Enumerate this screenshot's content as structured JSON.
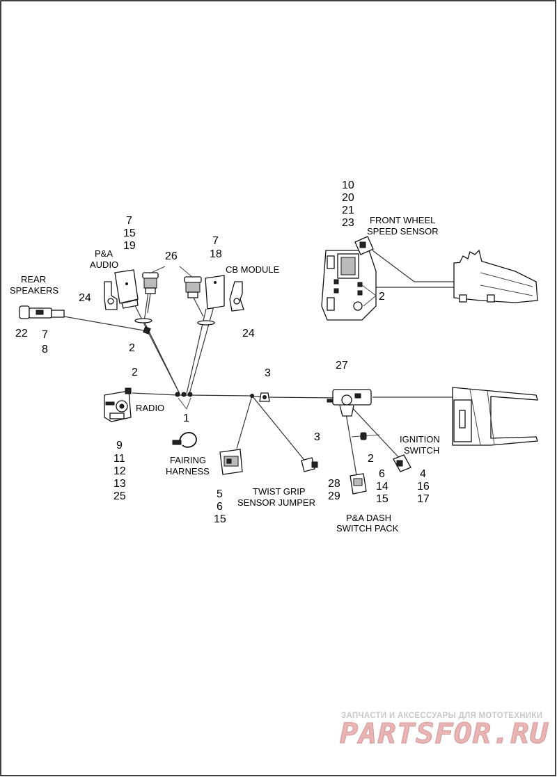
{
  "labels": {
    "rear_speakers": [
      "REAR",
      "SPEAKERS"
    ],
    "pa_audio": [
      "P&A",
      "AUDIO"
    ],
    "cb_module": "CB MODULE",
    "front_wheel_speed_sensor": [
      "FRONT WHEEL",
      "SPEED SENSOR"
    ],
    "radio": "RADIO",
    "fairing_harness": [
      "FAIRING",
      "HARNESS"
    ],
    "twist_grip_sensor_jumper": [
      "TWIST GRIP",
      "SENSOR JUMPER"
    ],
    "pa_dash_switch_pack": [
      "P&A DASH",
      "SWITCH PACK"
    ],
    "ignition_switch": [
      "IGNITION",
      "SWITCH"
    ]
  },
  "callouts": {
    "pa_audio_stack": [
      "7",
      "15",
      "19"
    ],
    "cb_module_stack": [
      "7",
      "18"
    ],
    "sensor_stack": [
      "10",
      "20",
      "21",
      "23"
    ],
    "radio_stack": [
      "9",
      "11",
      "12",
      "13",
      "25"
    ],
    "fairing_stack": [
      "5",
      "6",
      "15"
    ],
    "twist_grip_stack": [
      "28",
      "29"
    ],
    "dash_switch_stack": [
      "6",
      "14",
      "15"
    ],
    "ignition_stack": [
      "4",
      "16",
      "17"
    ],
    "rear_speaker_stack": [
      "7",
      "8"
    ],
    "rear_speaker_22": "22",
    "clip_26": "26",
    "bracket_24_left": "24",
    "bracket_24_right": "24",
    "tie_2_upper": "2",
    "tie_2_sensor": "2",
    "tie_2_radio": "2",
    "tie_2_dash": "2",
    "junction_1": "1",
    "clip_3_main": "3",
    "clip_3_twist": "3",
    "mount_27": "27"
  },
  "watermark": {
    "tagline": "ЗАПЧАСТИ И АКСЕССУАРЫ ДЛЯ МОТОТЕХНИКИ",
    "logo": "PARTSFOR.RU"
  }
}
